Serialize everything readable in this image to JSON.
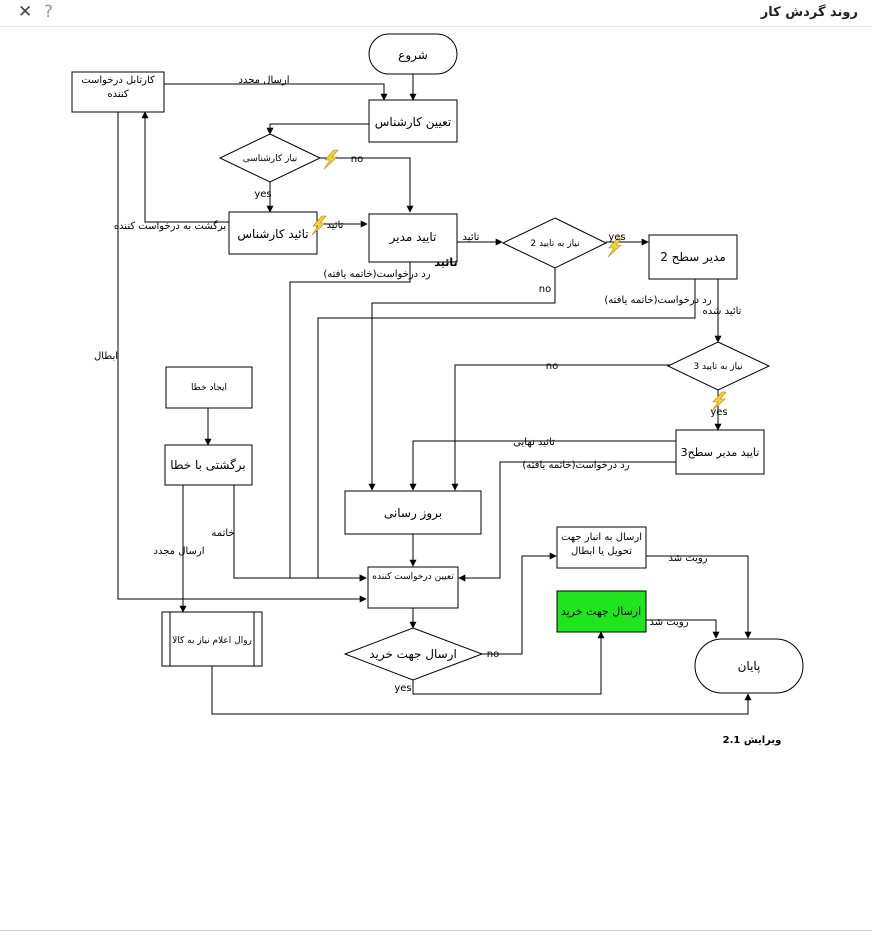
{
  "window": {
    "title": "روند گردش کار",
    "close_icon": "close-icon",
    "help_icon": "help-icon",
    "close_glyph": "✕",
    "help_glyph": "?"
  },
  "colors": {
    "send_purchase_fill": "#1ee51e",
    "line": "#000000",
    "bolt": "#f3d33b"
  },
  "nodes": {
    "start": "شروع",
    "cartable": "کارتابل درخواست کننده",
    "assign_expert": "تعیین کارشناس",
    "need_expert": "نیاز کارشناسی",
    "expert_approve": "تائید کارشناس",
    "manager_approve": "تایید مدیر",
    "need_approve2": "نیاز به تایید 2",
    "manager_level2": "مدیر سطح 2",
    "need_approve3": "نیاز به تایید 3",
    "manager_level3": "تایید مدیر سطح3",
    "create_error": "ایجاد خطا",
    "return_error": "برگشتی با خطا",
    "update": "بروز رسانی",
    "assign_requester": "تعیین درخواست کننده",
    "send_warehouse": "ارسال به انبار جهت تحویل یا ابطال",
    "send_purchase_box": "ارسال جهت خرید",
    "send_purchase_decision": "ارسال جهت خرید",
    "goods_need_flow": "روال اعلام نیاز به کالا",
    "end": "پایان"
  },
  "labels": {
    "resend_top": "ارسال مجدد",
    "no1": "no",
    "yes1": "yes",
    "back_to_requester": "برگشت به درخواست کننده",
    "approved_small": "تائید",
    "approve_to_d2": "تائید",
    "approve_bold": "تائید",
    "reject_finished": "رد درخواست(خاتمه یافته)",
    "yes2": "yes",
    "no2": "no",
    "reject_finished2": "رد درخواست(خاتمه یافته)",
    "approved_done": "تائید شده",
    "no3": "no",
    "yes3": "yes",
    "final_approve": "تائید نهایی",
    "reject_finished3": "رد درخواست(خاتمه یافته)",
    "cancel": "ابطال",
    "finish": "خاتمه",
    "resend_left": "ارسال مجدد",
    "no4": "no",
    "yes4": "yes",
    "seen1": "رویت شد",
    "seen2": "رویت شد",
    "version": "ویرایش 2.1"
  }
}
